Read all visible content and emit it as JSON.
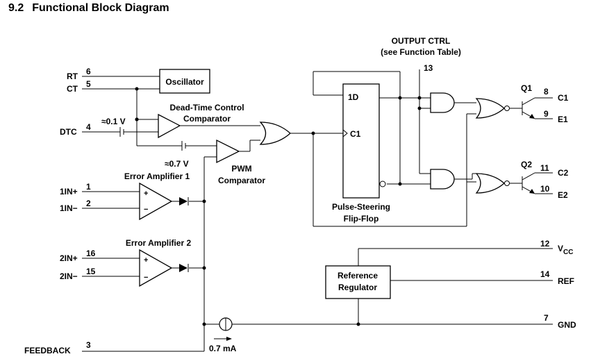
{
  "heading": {
    "number": "9.2",
    "title": "Functional Block Diagram"
  },
  "pins": [
    {
      "name": "RT",
      "num": "6"
    },
    {
      "name": "CT",
      "num": "5"
    },
    {
      "name": "DTC",
      "num": "4"
    },
    {
      "name": "1IN+",
      "num": "1"
    },
    {
      "name": "1IN−",
      "num": "2"
    },
    {
      "name": "2IN+",
      "num": "16"
    },
    {
      "name": "2IN−",
      "num": "15"
    },
    {
      "name": "FEEDBACK",
      "num": "3"
    },
    {
      "name": "OUTPUT CTRL",
      "sub": "(see Function Table)",
      "num": "13"
    },
    {
      "name": "C1",
      "num": "8"
    },
    {
      "name": "E1",
      "num": "9"
    },
    {
      "name": "C2",
      "num": "11"
    },
    {
      "name": "E2",
      "num": "10"
    },
    {
      "name": "V",
      "sub": "CC",
      "num": "12"
    },
    {
      "name": "REF",
      "num": "14"
    },
    {
      "name": "GND",
      "num": "7"
    }
  ],
  "blocks": {
    "oscillator": "Oscillator",
    "dtc_comparator": [
      "Dead-Time Control",
      "Comparator"
    ],
    "pwm_comparator": [
      "PWM",
      "Comparator"
    ],
    "error_amp_1": "Error Amplifier 1",
    "error_amp_2": "Error Amplifier 2",
    "flipflop": [
      "Pulse-Steering",
      "Flip-Flop"
    ],
    "flipflop_d": "1D",
    "flipflop_clk": "C1",
    "reference": [
      "Reference",
      "Regulator"
    ]
  },
  "labels": {
    "v01": "≈0.1 V",
    "v07": "≈0.7 V",
    "current": "0.7 mA",
    "q1": "Q1",
    "q2": "Q2",
    "plus": "+",
    "minus": "−"
  }
}
